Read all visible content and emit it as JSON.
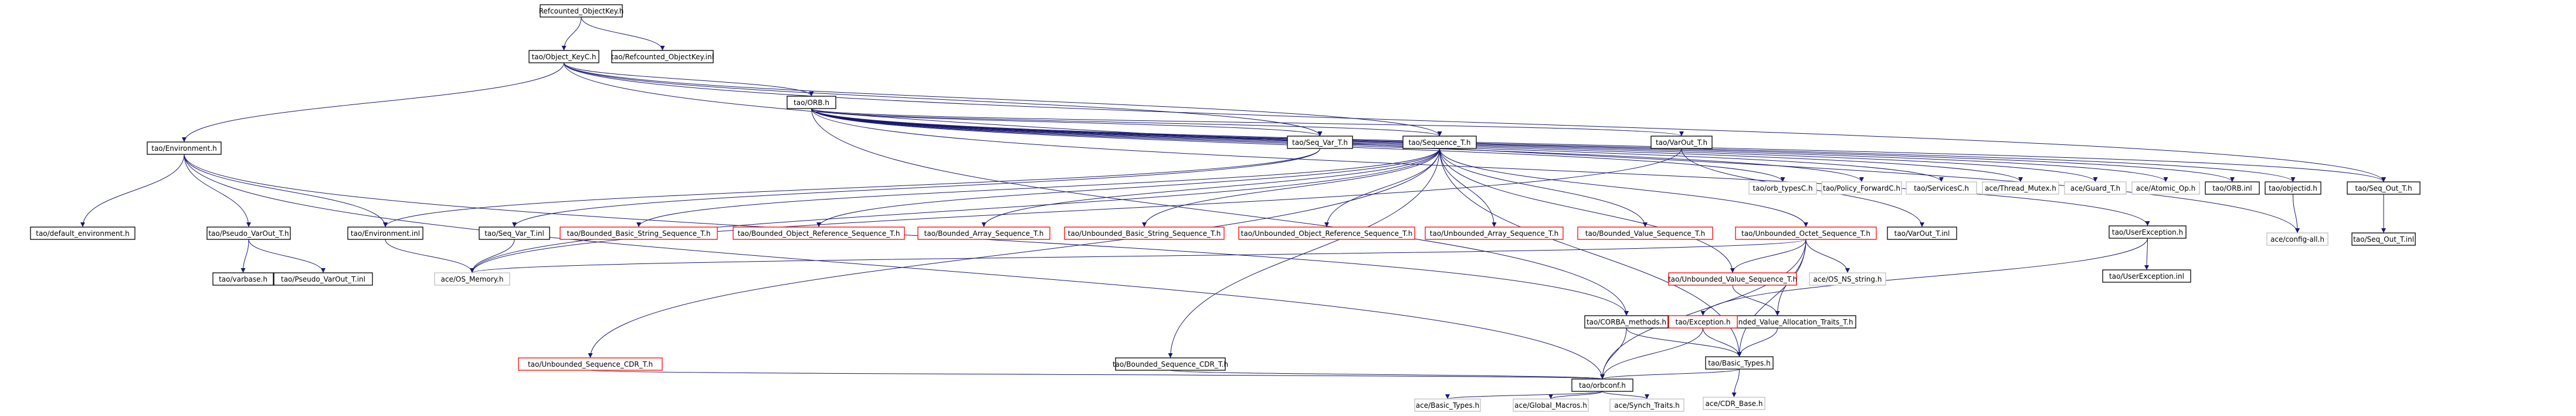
{
  "colors": {
    "edge": "#191970",
    "border_normal": "#000000",
    "border_missing": "#ff0000",
    "border_external": "#bfbfbf",
    "root_fill": "#bfbfbf"
  },
  "graph": {
    "nodes": [
      {
        "id": "root",
        "label": "Refcounted_ObjectKey.h",
        "kind": "root"
      },
      {
        "id": "objkeyc",
        "label": "tao/Object_KeyC.h",
        "kind": "normal"
      },
      {
        "id": "refkeyinl",
        "label": "tao/Refcounted_ObjectKey.inl",
        "kind": "normal"
      },
      {
        "id": "orb",
        "label": "tao/ORB.h",
        "kind": "normal"
      },
      {
        "id": "env",
        "label": "tao/Environment.h",
        "kind": "normal"
      },
      {
        "id": "seqvar",
        "label": "tao/Seq_Var_T.h",
        "kind": "normal"
      },
      {
        "id": "sequence",
        "label": "tao/Sequence_T.h",
        "kind": "normal"
      },
      {
        "id": "varout",
        "label": "tao/VarOut_T.h",
        "kind": "normal"
      },
      {
        "id": "orbtypesc",
        "label": "tao/orb_typesC.h",
        "kind": "external"
      },
      {
        "id": "policyfwd",
        "label": "tao/Policy_ForwardC.h",
        "kind": "external"
      },
      {
        "id": "servicesc",
        "label": "tao/ServicesC.h",
        "kind": "external"
      },
      {
        "id": "threadmutex",
        "label": "ace/Thread_Mutex.h",
        "kind": "external"
      },
      {
        "id": "guard",
        "label": "ace/Guard_T.h",
        "kind": "external"
      },
      {
        "id": "atomic",
        "label": "ace/Atomic_Op.h",
        "kind": "external"
      },
      {
        "id": "orbinl",
        "label": "tao/ORB.inl",
        "kind": "normal"
      },
      {
        "id": "objectid",
        "label": "tao/objectid.h",
        "kind": "normal"
      },
      {
        "id": "seqout",
        "label": "tao/Seq_Out_T.h",
        "kind": "normal"
      },
      {
        "id": "defenv",
        "label": "tao/default_environment.h",
        "kind": "normal"
      },
      {
        "id": "pseudovar",
        "label": "tao/Pseudo_VarOut_T.h",
        "kind": "normal"
      },
      {
        "id": "envinl",
        "label": "tao/Environment.inl",
        "kind": "normal"
      },
      {
        "id": "seqvarinl",
        "label": "tao/Seq_Var_T.inl",
        "kind": "normal"
      },
      {
        "id": "bbstr",
        "label": "tao/Bounded_Basic_String_Sequence_T.h",
        "kind": "missing"
      },
      {
        "id": "bobjref",
        "label": "tao/Bounded_Object_Reference_Sequence_T.h",
        "kind": "missing"
      },
      {
        "id": "barr",
        "label": "tao/Bounded_Array_Sequence_T.h",
        "kind": "missing"
      },
      {
        "id": "ubstr",
        "label": "tao/Unbounded_Basic_String_Sequence_T.h",
        "kind": "missing"
      },
      {
        "id": "uobjref",
        "label": "tao/Unbounded_Object_Reference_Sequence_T.h",
        "kind": "missing"
      },
      {
        "id": "uarr",
        "label": "tao/Unbounded_Array_Sequence_T.h",
        "kind": "missing"
      },
      {
        "id": "bval",
        "label": "tao/Bounded_Value_Sequence_T.h",
        "kind": "missing"
      },
      {
        "id": "uoctet",
        "label": "tao/Unbounded_Octet_Sequence_T.h",
        "kind": "missing"
      },
      {
        "id": "varoutinl",
        "label": "tao/VarOut_T.inl",
        "kind": "normal"
      },
      {
        "id": "configall",
        "label": "ace/config-all.h",
        "kind": "external"
      },
      {
        "id": "seqoutinl",
        "label": "tao/Seq_Out_T.inl",
        "kind": "normal"
      },
      {
        "id": "varbase",
        "label": "tao/varbase.h",
        "kind": "normal"
      },
      {
        "id": "pseudovarinl",
        "label": "tao/Pseudo_VarOut_T.inl",
        "kind": "normal"
      },
      {
        "id": "osmem",
        "label": "ace/OS_Memory.h",
        "kind": "external"
      },
      {
        "id": "uval",
        "label": "tao/Unbounded_Value_Sequence_T.h",
        "kind": "missing"
      },
      {
        "id": "osns",
        "label": "ace/OS_NS_string.h",
        "kind": "external"
      },
      {
        "id": "userexc",
        "label": "tao/UserException.h",
        "kind": "normal"
      },
      {
        "id": "corbam",
        "label": "tao/CORBA_methods.h",
        "kind": "normal"
      },
      {
        "id": "uvalalloc",
        "label": "tao/Unbounded_Value_Allocation_Traits_T.h",
        "kind": "normal"
      },
      {
        "id": "exception",
        "label": "tao/Exception.h",
        "kind": "missing"
      },
      {
        "id": "userexcinl",
        "label": "tao/UserException.inl",
        "kind": "normal"
      },
      {
        "id": "useqcdr",
        "label": "tao/Unbounded_Sequence_CDR_T.h",
        "kind": "missing"
      },
      {
        "id": "bseqcdr",
        "label": "tao/Bounded_Sequence_CDR_T.h",
        "kind": "normal"
      },
      {
        "id": "basictypes",
        "label": "tao/Basic_Types.h",
        "kind": "normal"
      },
      {
        "id": "cdrbase",
        "label": "ace/CDR_Base.h",
        "kind": "external"
      },
      {
        "id": "orbconf",
        "label": "tao/orbconf.h",
        "kind": "normal"
      },
      {
        "id": "acebasic",
        "label": "ace/Basic_Types.h",
        "kind": "external"
      },
      {
        "id": "globalmacros",
        "label": "ace/Global_Macros.h",
        "kind": "external"
      },
      {
        "id": "synchtraits",
        "label": "ace/Synch_Traits.h",
        "kind": "external"
      }
    ],
    "edges": [
      [
        "root",
        "objkeyc"
      ],
      [
        "root",
        "refkeyinl"
      ],
      [
        "objkeyc",
        "orb"
      ],
      [
        "objkeyc",
        "env"
      ],
      [
        "objkeyc",
        "seqvar"
      ],
      [
        "objkeyc",
        "sequence"
      ],
      [
        "objkeyc",
        "seqout"
      ],
      [
        "objkeyc",
        "configall"
      ],
      [
        "orb",
        "seqvar"
      ],
      [
        "orb",
        "sequence"
      ],
      [
        "orb",
        "varout"
      ],
      [
        "orb",
        "orbtypesc"
      ],
      [
        "orb",
        "policyfwd"
      ],
      [
        "orb",
        "servicesc"
      ],
      [
        "orb",
        "threadmutex"
      ],
      [
        "orb",
        "guard"
      ],
      [
        "orb",
        "atomic"
      ],
      [
        "orb",
        "orbinl"
      ],
      [
        "orb",
        "objectid"
      ],
      [
        "orb",
        "seqout"
      ],
      [
        "orb",
        "userexc"
      ],
      [
        "orb",
        "corbam"
      ],
      [
        "env",
        "defenv"
      ],
      [
        "env",
        "pseudovar"
      ],
      [
        "env",
        "envinl"
      ],
      [
        "env",
        "corbam"
      ],
      [
        "env",
        "orbconf"
      ],
      [
        "seqvar",
        "seqvarinl"
      ],
      [
        "seqvar",
        "envinl"
      ],
      [
        "sequence",
        "bbstr"
      ],
      [
        "sequence",
        "bobjref"
      ],
      [
        "sequence",
        "barr"
      ],
      [
        "sequence",
        "ubstr"
      ],
      [
        "sequence",
        "uobjref"
      ],
      [
        "sequence",
        "uarr"
      ],
      [
        "sequence",
        "bval"
      ],
      [
        "sequence",
        "uoctet"
      ],
      [
        "sequence",
        "uval"
      ],
      [
        "sequence",
        "useqcdr"
      ],
      [
        "sequence",
        "bseqcdr"
      ],
      [
        "sequence",
        "basictypes"
      ],
      [
        "sequence",
        "osmem"
      ],
      [
        "varout",
        "varoutinl"
      ],
      [
        "varout",
        "osmem"
      ],
      [
        "objectid",
        "configall"
      ],
      [
        "seqout",
        "seqoutinl"
      ],
      [
        "pseudovar",
        "varbase"
      ],
      [
        "pseudovar",
        "pseudovarinl"
      ],
      [
        "seqvarinl",
        "osmem"
      ],
      [
        "envinl",
        "osmem"
      ],
      [
        "uoctet",
        "osmem"
      ],
      [
        "uoctet",
        "uval"
      ],
      [
        "uoctet",
        "osns"
      ],
      [
        "uoctet",
        "uvalalloc"
      ],
      [
        "uoctet",
        "basictypes"
      ],
      [
        "uoctet",
        "orbconf"
      ],
      [
        "uval",
        "uvalalloc"
      ],
      [
        "userexc",
        "exception"
      ],
      [
        "userexc",
        "userexcinl"
      ],
      [
        "corbam",
        "basictypes"
      ],
      [
        "corbam",
        "orbconf"
      ],
      [
        "uvalalloc",
        "basictypes"
      ],
      [
        "exception",
        "basictypes"
      ],
      [
        "exception",
        "orbconf"
      ],
      [
        "useqcdr",
        "orbconf"
      ],
      [
        "bseqcdr",
        "orbconf"
      ],
      [
        "basictypes",
        "cdrbase"
      ],
      [
        "basictypes",
        "orbconf"
      ],
      [
        "orbconf",
        "acebasic"
      ],
      [
        "orbconf",
        "globalmacros"
      ],
      [
        "orbconf",
        "synchtraits"
      ]
    ]
  }
}
